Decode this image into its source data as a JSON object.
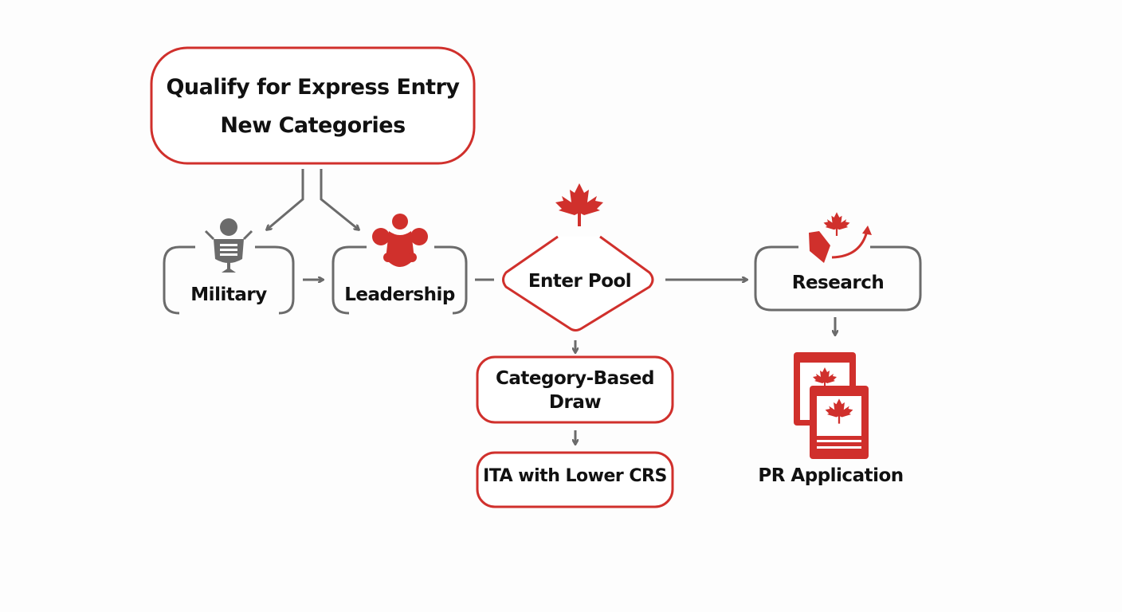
{
  "colors": {
    "accent": "#d0302c",
    "line": "#6b6b6b",
    "text": "#111111",
    "background": "#fdfdfd"
  },
  "nodes": {
    "start": {
      "line1": "Qualify for Express Entry",
      "line2": "New Categories"
    },
    "military": {
      "label": "Military",
      "icon": "military-insignia-icon"
    },
    "leadership": {
      "label": "Leadership",
      "icon": "group-people-icon"
    },
    "pool": {
      "label": "Enter Pool",
      "icon": "maple-leaf-icon"
    },
    "research": {
      "label": "Research",
      "icon": "hand-maple-leaf-arrow-icon"
    },
    "draw": {
      "line1": "Category-Based",
      "line2": "Draw"
    },
    "ita": {
      "label": "ITA with Lower CRS"
    },
    "pr": {
      "label": "PR Application",
      "icon": "canada-documents-icon"
    }
  }
}
